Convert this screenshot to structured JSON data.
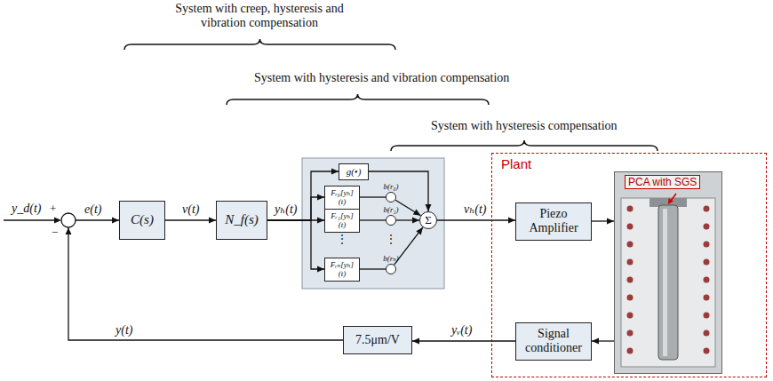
{
  "diagram": {
    "nodes": [
      {
        "text": [
          "C(s)"
        ]
      },
      {
        "text": [
          "N_f(s)"
        ]
      },
      {
        "text": [
          "g(•)"
        ]
      },
      {
        "text": [
          "Fᵣ₀[yₕ](t)"
        ]
      },
      {
        "text": [
          "Fᵣ₁[yₕ](t)"
        ]
      },
      {
        "text": [
          "Fᵣₙ[yₕ](t)"
        ]
      },
      {
        "text": [
          "b(r₀)"
        ]
      },
      {
        "text": [
          "b(r₁)"
        ]
      },
      {
        "text": [
          "b(rₙ)"
        ]
      },
      {
        "text": [
          "Σ"
        ]
      },
      {
        "text": [
          "Plant"
        ]
      },
      {
        "text": [
          "Piezo Amplifier"
        ],
        "in": 10
      },
      {
        "text": [
          "Signal conditioner"
        ],
        "in": 10
      },
      {
        "text": [
          "PCA with SGS"
        ],
        "in": 10
      },
      {
        "text": [
          "7.5μm/V"
        ]
      }
    ],
    "edges": [
      {
        "from": 0,
        "to": 1,
        "arrow": "to",
        "label": "v(t)"
      },
      {
        "from": 1,
        "to": 2,
        "arrow": "to"
      },
      {
        "from": 1,
        "to": 3,
        "arrow": "to"
      },
      {
        "from": 1,
        "to": 4,
        "arrow": "to"
      },
      {
        "from": 1,
        "to": 5,
        "arrow": "to"
      },
      {
        "from": 3,
        "to": 6,
        "arrow": "none"
      },
      {
        "from": 4,
        "to": 7,
        "arrow": "none"
      },
      {
        "from": 5,
        "to": 8,
        "arrow": "none"
      },
      {
        "from": 2,
        "to": 9,
        "arrow": "to"
      },
      {
        "from": 6,
        "to": 9,
        "arrow": "to"
      },
      {
        "from": 7,
        "to": 9,
        "arrow": "to"
      },
      {
        "from": 8,
        "to": 9,
        "arrow": "to"
      },
      {
        "from": 9,
        "to": 11,
        "arrow": "to",
        "label": "vₕ(t)"
      },
      {
        "from": 11,
        "to": 13,
        "arrow": "to"
      },
      {
        "from": 13,
        "to": 12,
        "arrow": "to"
      },
      {
        "from": 12,
        "to": 14,
        "arrow": "to",
        "label": "yᵥ(t)"
      },
      {
        "from": 14,
        "to": 0,
        "arrow": "to",
        "label": "y(t)"
      }
    ],
    "labels": [
      "System with creep, hysteresis and vibration compensation",
      "System with hysteresis and vibration compensation",
      "System with hysteresis compensation",
      "y_d(t)",
      "+",
      "−",
      "e(t)",
      "yₕ(t)",
      "⋮",
      "⋮"
    ]
  }
}
